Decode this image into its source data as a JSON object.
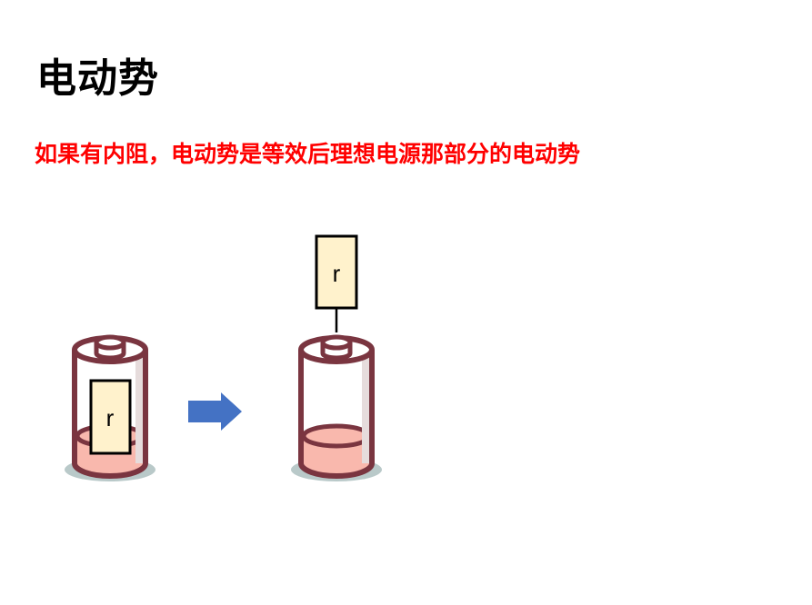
{
  "slide": {
    "title": "电动势",
    "subtitle": "如果有内阻，电动势是等效后理想电源那部分的电动势"
  },
  "diagram": {
    "left_battery": {
      "resistor_label": "r"
    },
    "right_battery": {
      "resistor_label": "r"
    },
    "arrow": "right-arrow"
  },
  "colors": {
    "subtitle": "#ff0000",
    "battery_outline": "#7a3540",
    "liquid": "#f9b8ad",
    "resistor_fill": "#fff2cc",
    "arrow": "#4472c4",
    "shadow": "#b9c9c9"
  }
}
